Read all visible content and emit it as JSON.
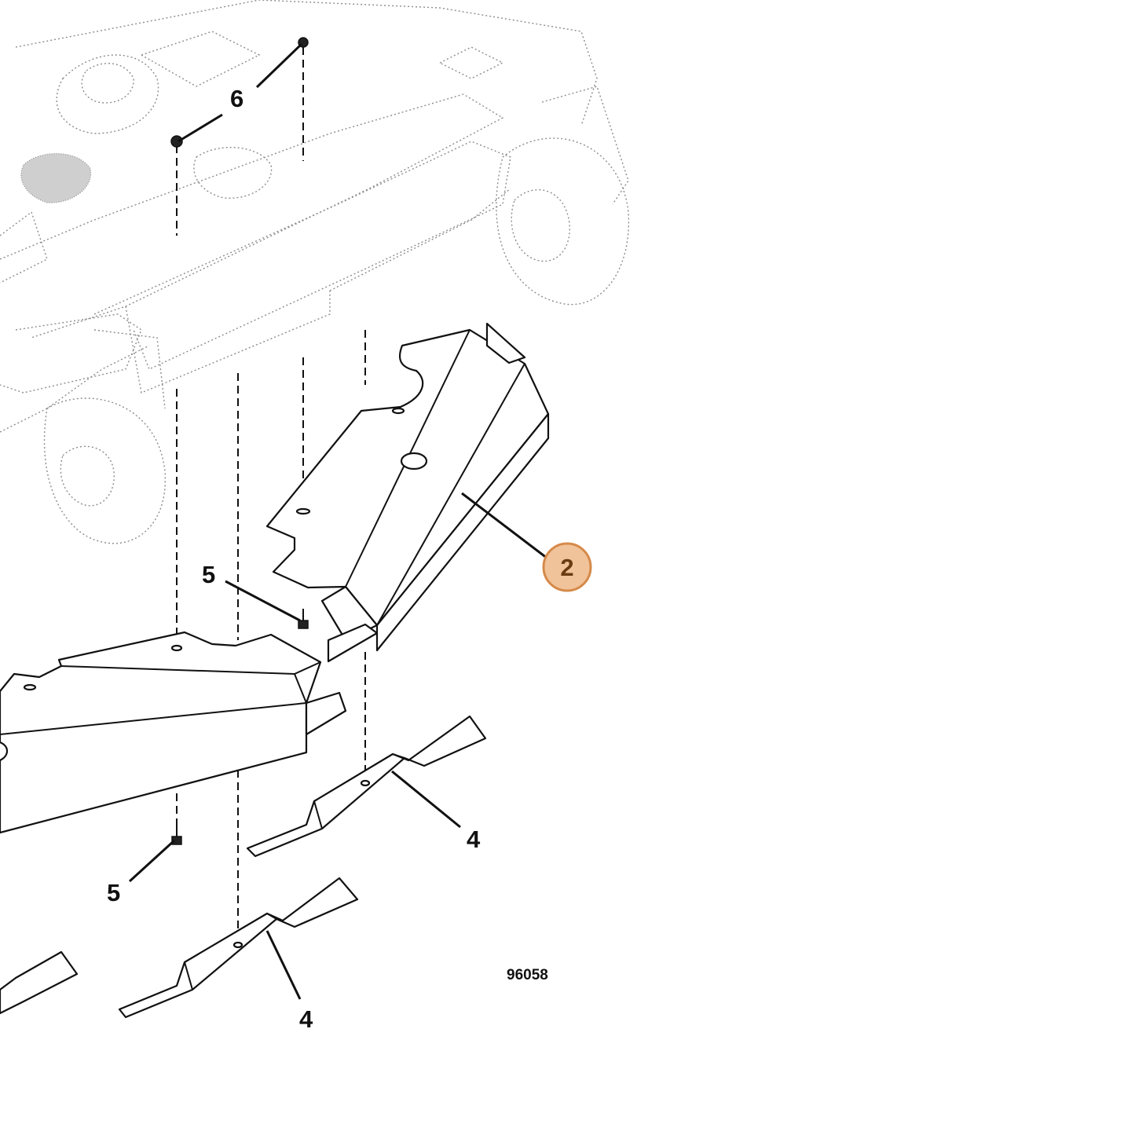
{
  "callouts": {
    "c6": "6",
    "c5_upper": "5",
    "c5_lower": "5",
    "c4_right": "4",
    "c4_lower": "4",
    "c2_highlight": "2"
  },
  "figure_number": "96058",
  "colors": {
    "highlight_fill": "#f1c39a",
    "highlight_stroke": "#d68a4a",
    "highlight_text": "#6b3c12",
    "line": "#111111",
    "ghost": "#8c8c8c"
  }
}
